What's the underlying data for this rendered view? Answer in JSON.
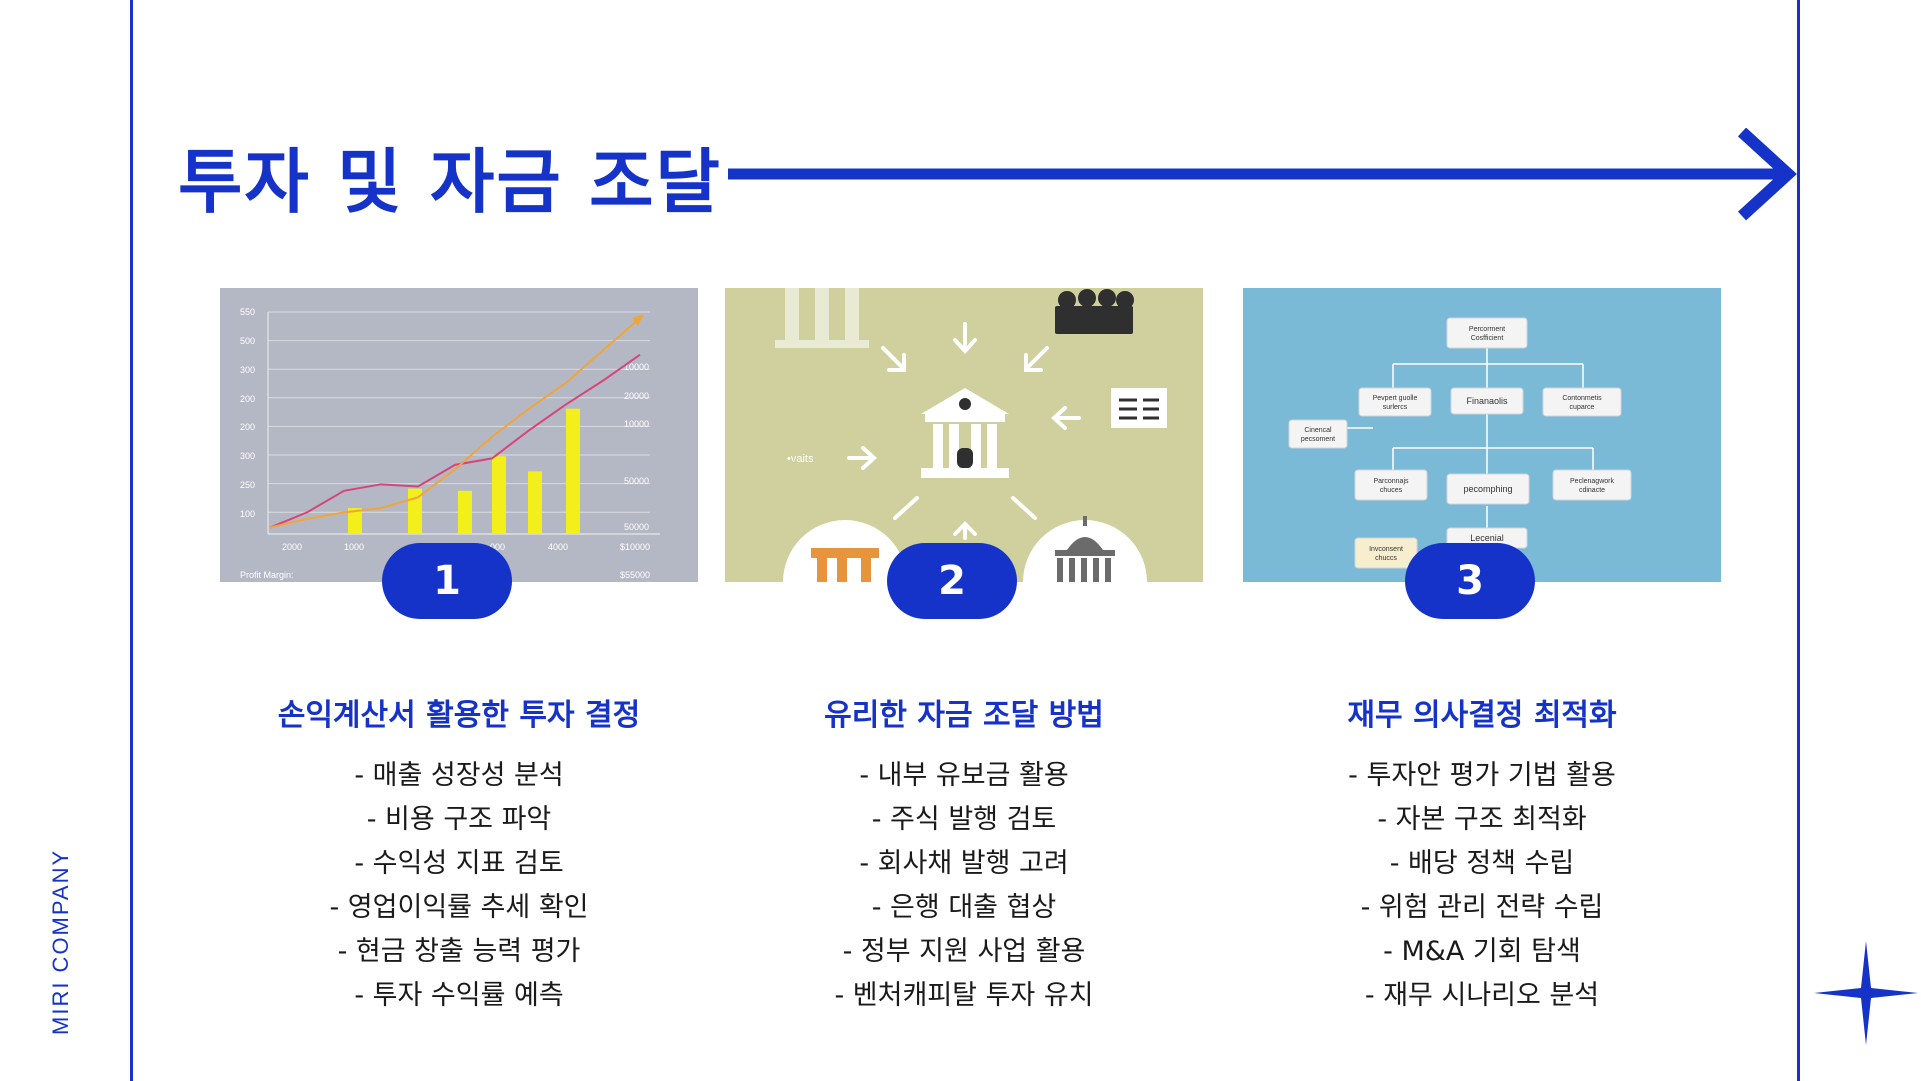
{
  "brand": "MIRI COMPANY",
  "title": "투자 및 자금 조달",
  "colors": {
    "accent": "#1533c9",
    "text": "#1a1a1a"
  },
  "cards": [
    {
      "number": "1",
      "heading": "손익계산서 활용한 투자 결정",
      "items": [
        "- 매출 성장성 분석",
        "- 비용 구조 파악",
        "- 수익성 지표 검토",
        "- 영업이익률 추세 확인",
        "- 현금 창출 능력 평가",
        "- 투자 수익률 예측"
      ],
      "image": {
        "y_ticks": [
          "550",
          "500",
          "300",
          "200",
          "200",
          "300",
          "250",
          "100"
        ],
        "right_ticks": [
          "10000",
          "20000",
          "10000",
          "50000",
          "50000",
          "$10000",
          "$55000"
        ],
        "x_ticks": [
          "2000",
          "1000",
          "000",
          "4000"
        ],
        "footer": "Profit Margin:",
        "chart_data": {
          "type": "bar",
          "bars": [
            0.12,
            0.21,
            0.2,
            0.36,
            0.29,
            0.58
          ],
          "line_red": [
            0.03,
            0.1,
            0.2,
            0.23,
            0.22,
            0.32,
            0.35,
            0.48,
            0.6,
            0.71,
            0.83
          ],
          "line_orange": [
            0.03,
            0.07,
            0.1,
            0.12,
            0.17,
            0.3,
            0.45,
            0.58,
            0.7,
            0.85,
            1.0
          ]
        }
      }
    },
    {
      "number": "2",
      "heading": "유리한 자금 조달 방법",
      "items": [
        "- 내부 유보금 활용",
        "- 주식 발행 검토",
        "- 회사채 발행 고려",
        "- 은행 대출 협상",
        "- 정부 지원 사업 활용",
        "- 벤처캐피탈 투자 유치"
      ],
      "image": {
        "side_label": "•vaits",
        "icons": [
          "columns-icon",
          "people-icon",
          "document-icon",
          "bank-icon",
          "pillar-table-icon",
          "capitol-icon"
        ]
      }
    },
    {
      "number": "3",
      "heading": "재무 의사결정 최적화",
      "items": [
        "- 투자안 평가 기법 활용",
        "- 자본 구조 최적화",
        "- 배당 정책 수립",
        "- 위험 관리 전략 수립",
        "- M&A 기회 탐색",
        "- 재무 시나리오 분석"
      ],
      "image": {
        "nodes": [
          [
            "Percorment",
            "Cosfficient"
          ],
          [
            "Pevpert guolle",
            "surlercs"
          ],
          [
            "Finanaolis"
          ],
          [
            "Contonmetis",
            "cuparce"
          ],
          [
            "Cinencal",
            "pecsoment"
          ],
          [
            "Parconnajs",
            "chuces"
          ],
          [
            "pecomphing"
          ],
          [
            "Peclenagwork",
            "cdinacte"
          ],
          [
            "Invconsent",
            "chuccs"
          ],
          [
            "Lecenial"
          ]
        ]
      }
    }
  ]
}
